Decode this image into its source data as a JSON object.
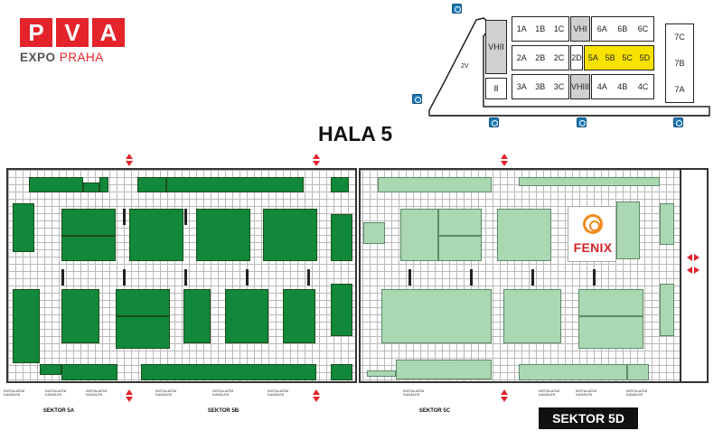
{
  "logo": {
    "letters": [
      "P",
      "V",
      "A"
    ],
    "subtitle_left": "EXPO",
    "subtitle_right": "PRAHA",
    "brand_color": "#e4232b"
  },
  "keymap": {
    "entries": [
      "1",
      "2",
      "3",
      "4",
      "5",
      "6",
      "7"
    ],
    "left_block": [
      "VHII",
      "2V",
      "8"
    ],
    "row_top": [
      "1A",
      "1B",
      "1C",
      "VHI",
      "6A",
      "6B",
      "6C"
    ],
    "row_mid_left": [
      "2A",
      "2B",
      "2C",
      "2D"
    ],
    "row_mid_highlight": [
      "5A",
      "5B",
      "5C",
      "5D"
    ],
    "row_bottom": [
      "3A",
      "3B",
      "3C",
      "VHIII",
      "4A",
      "4B",
      "4C"
    ],
    "right_block": [
      "7C",
      "7B",
      "7A"
    ],
    "highlight_color": "#f7e200"
  },
  "title": "HALA 5",
  "exhibitor_logo": {
    "name": "FENIX",
    "text_color": "#d4242a",
    "mark_color": "#ef8b1e"
  },
  "booth_colors": {
    "sector_5a_5b": "#11883a",
    "sector_5c_5d": "#a9d8b3"
  },
  "sectors": {
    "a": "SEKTOR 5A",
    "b": "SEKTOR 5B",
    "c": "SEKTOR 5C",
    "d": "SEKTOR 5D"
  },
  "small_labels": [
    "INSTALAČNÍ KANÁLEK"
  ]
}
